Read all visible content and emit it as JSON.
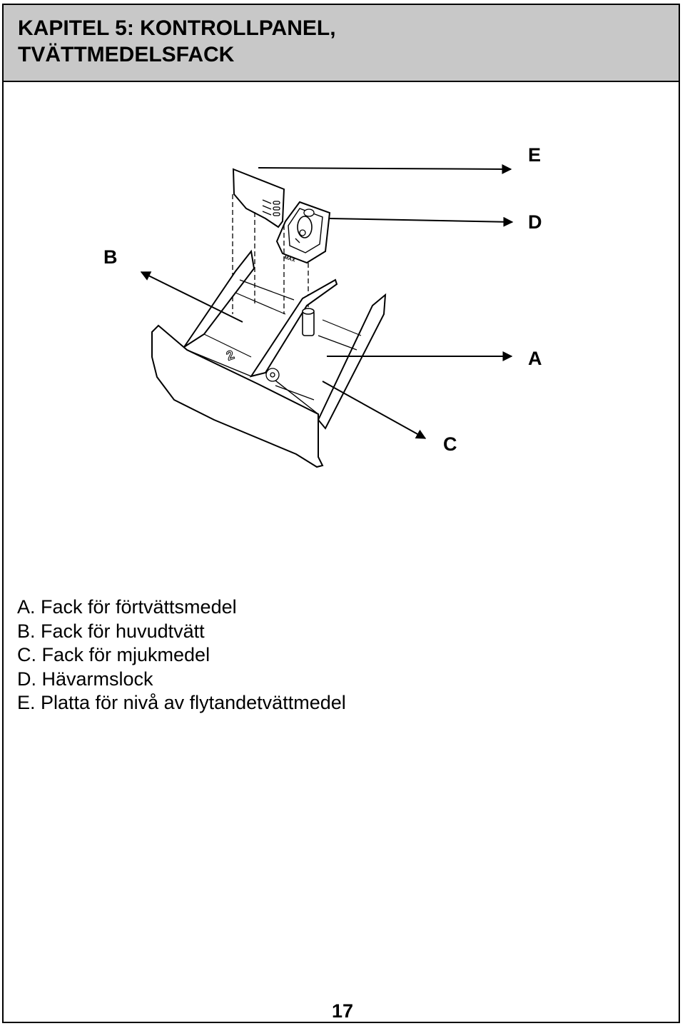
{
  "header": {
    "title": "KAPITEL 5: KONTROLLPANEL,\nTVÄTTMEDELSFACK"
  },
  "figure": {
    "callouts": {
      "e": "E",
      "d": "D",
      "b": "B",
      "a": "A",
      "c": "C"
    },
    "compartment_marks": {
      "main_wash_number": "2",
      "cap_label": "MAX"
    }
  },
  "legend": {
    "items": [
      "A. Fack för förtvättsmedel",
      "B. Fack för huvudtvätt",
      "C. Fack för mjukmedel",
      "D. Hävarmslock",
      "E. Platta för nivå av flytandetvättmedel"
    ]
  },
  "footer": {
    "page_number": "17"
  }
}
